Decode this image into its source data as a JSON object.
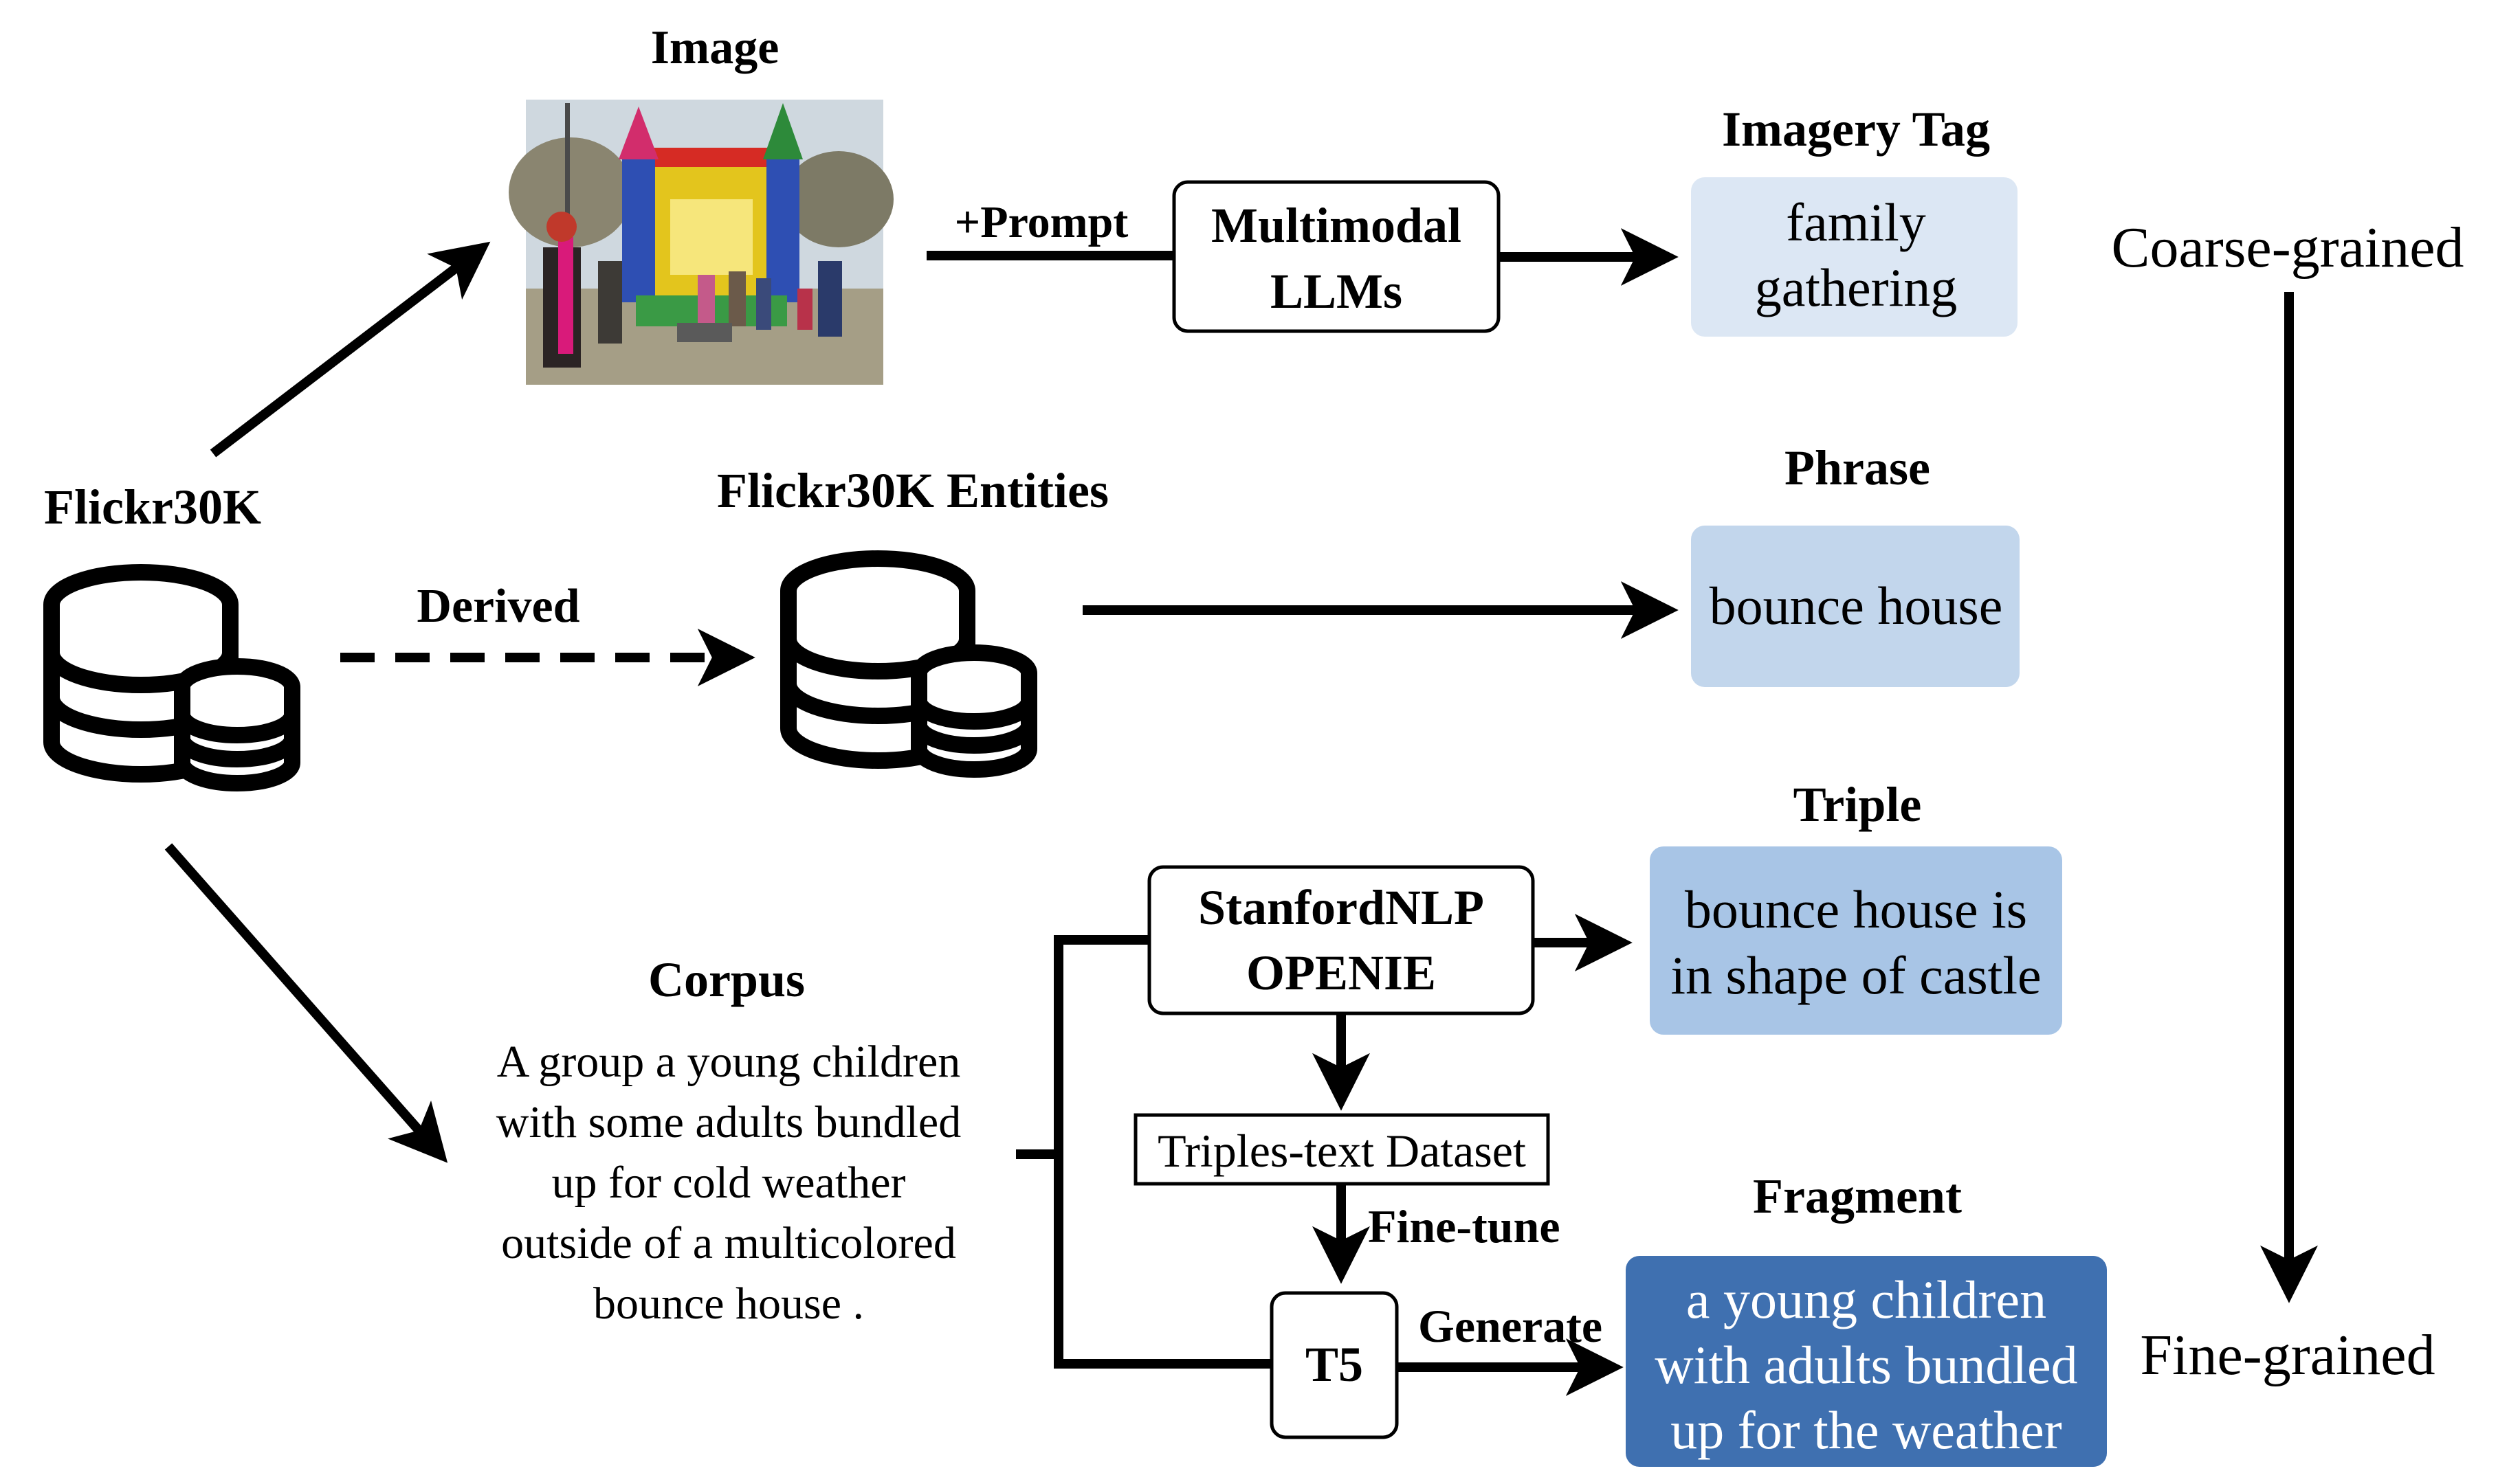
{
  "titles": {
    "image": "Image",
    "flickr30k": "Flickr30K",
    "entities": "Flickr30K Entities",
    "corpus": "Corpus",
    "imagery_tag": "Imagery Tag",
    "phrase": "Phrase",
    "triple": "Triple",
    "fragment": "Fragment"
  },
  "edge_labels": {
    "prompt": "+Prompt",
    "derived": "Derived",
    "fine_tune": "Fine-tune",
    "generate": "Generate"
  },
  "boxes": {
    "multimodal": [
      "Multimodal",
      "LLMs"
    ],
    "stanford": [
      "StanfordNLP",
      "OPENIE"
    ],
    "triples_dataset": "Triples-text Dataset",
    "t5": "T5"
  },
  "outputs": {
    "imagery_tag": [
      "family",
      "gathering"
    ],
    "phrase": [
      "bounce house"
    ],
    "triple": [
      "bounce house is",
      "in shape of castle"
    ],
    "fragment": [
      "a young children",
      "with adults bundled",
      "up for the weather"
    ]
  },
  "corpus_text": [
    "A group a young children",
    "with some adults bundled",
    "up for cold weather",
    "outside of a multicolored",
    "bounce house ."
  ],
  "scale": {
    "top": "Coarse-grained",
    "bottom": "Fine-grained"
  },
  "colors": {
    "imagery_tag_fill": "#dce7f4",
    "phrase_fill": "#c2d6ec",
    "triple_fill": "#a8c5e6",
    "fragment_fill": "#3f70b0",
    "fragment_text": "#ffffff"
  }
}
